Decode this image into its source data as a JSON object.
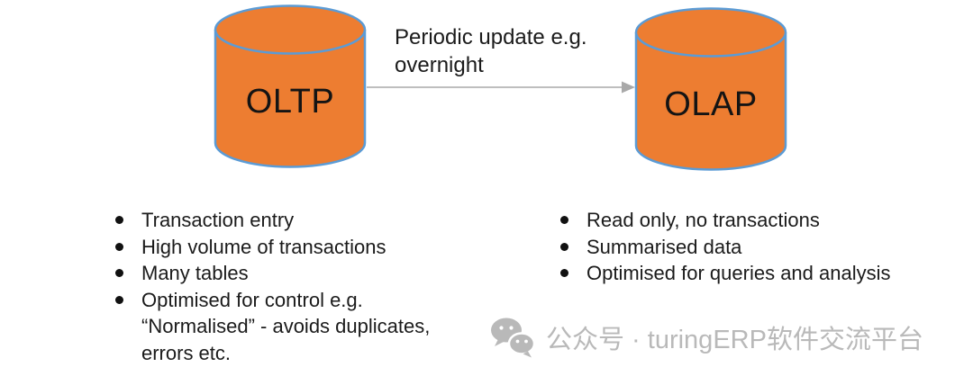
{
  "diagram": {
    "oltp": {
      "label": "OLTP",
      "shape": "database-cylinder"
    },
    "olap": {
      "label": "OLAP",
      "shape": "database-cylinder"
    },
    "arrow_label": "Periodic update e.g. overnight",
    "arrow_direction": "oltp-to-olap"
  },
  "lists": {
    "oltp": [
      "Transaction entry",
      "High volume of transactions",
      "Many tables",
      "Optimised for control e.g. “Normalised” - avoids duplicates, errors etc."
    ],
    "olap": [
      "Read only, no transactions",
      "Summarised data",
      "Optimised for queries and analysis"
    ]
  },
  "watermark": {
    "icon": "wechat-icon",
    "text": "公众号 · turingERP软件交流平台"
  },
  "colors": {
    "cylinder_fill": "#ED7D31",
    "cylinder_stroke": "#5B9BD5",
    "arrow": "#A9A9A9",
    "text": "#1B1B1B",
    "watermark": "#B9B9B9"
  }
}
